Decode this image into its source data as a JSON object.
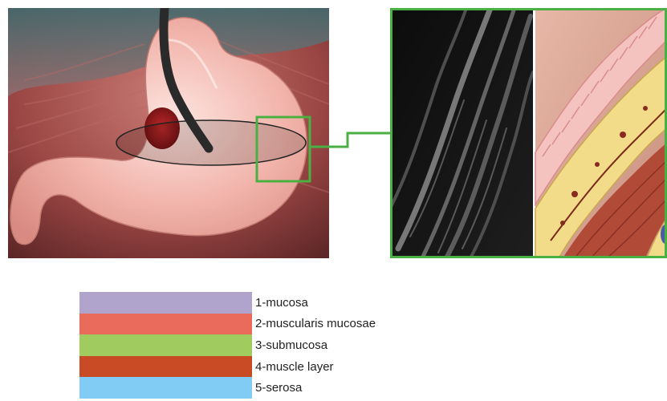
{
  "legend": {
    "items": [
      {
        "label": "1-mucosa",
        "color": "#b1a4cc"
      },
      {
        "label": "2-muscularis mucosae",
        "color": "#ea6a5c"
      },
      {
        "label": "3-submucosa",
        "color": "#9fcb5f"
      },
      {
        "label": "4-muscle layer",
        "color": "#c84b26"
      },
      {
        "label": "5-serosa",
        "color": "#80ccf5"
      }
    ]
  },
  "colors": {
    "highlight_box": "#4bb043",
    "ultrasound_bg": "#141414",
    "stomach_pink": "#f2b4ac",
    "cavity_bg": "#8a3a3a",
    "endoscope": "#2a2a2a"
  },
  "icons": [
    "endoscope-probe",
    "ultrasound-scan-ring",
    "zoom-highlight-box"
  ]
}
